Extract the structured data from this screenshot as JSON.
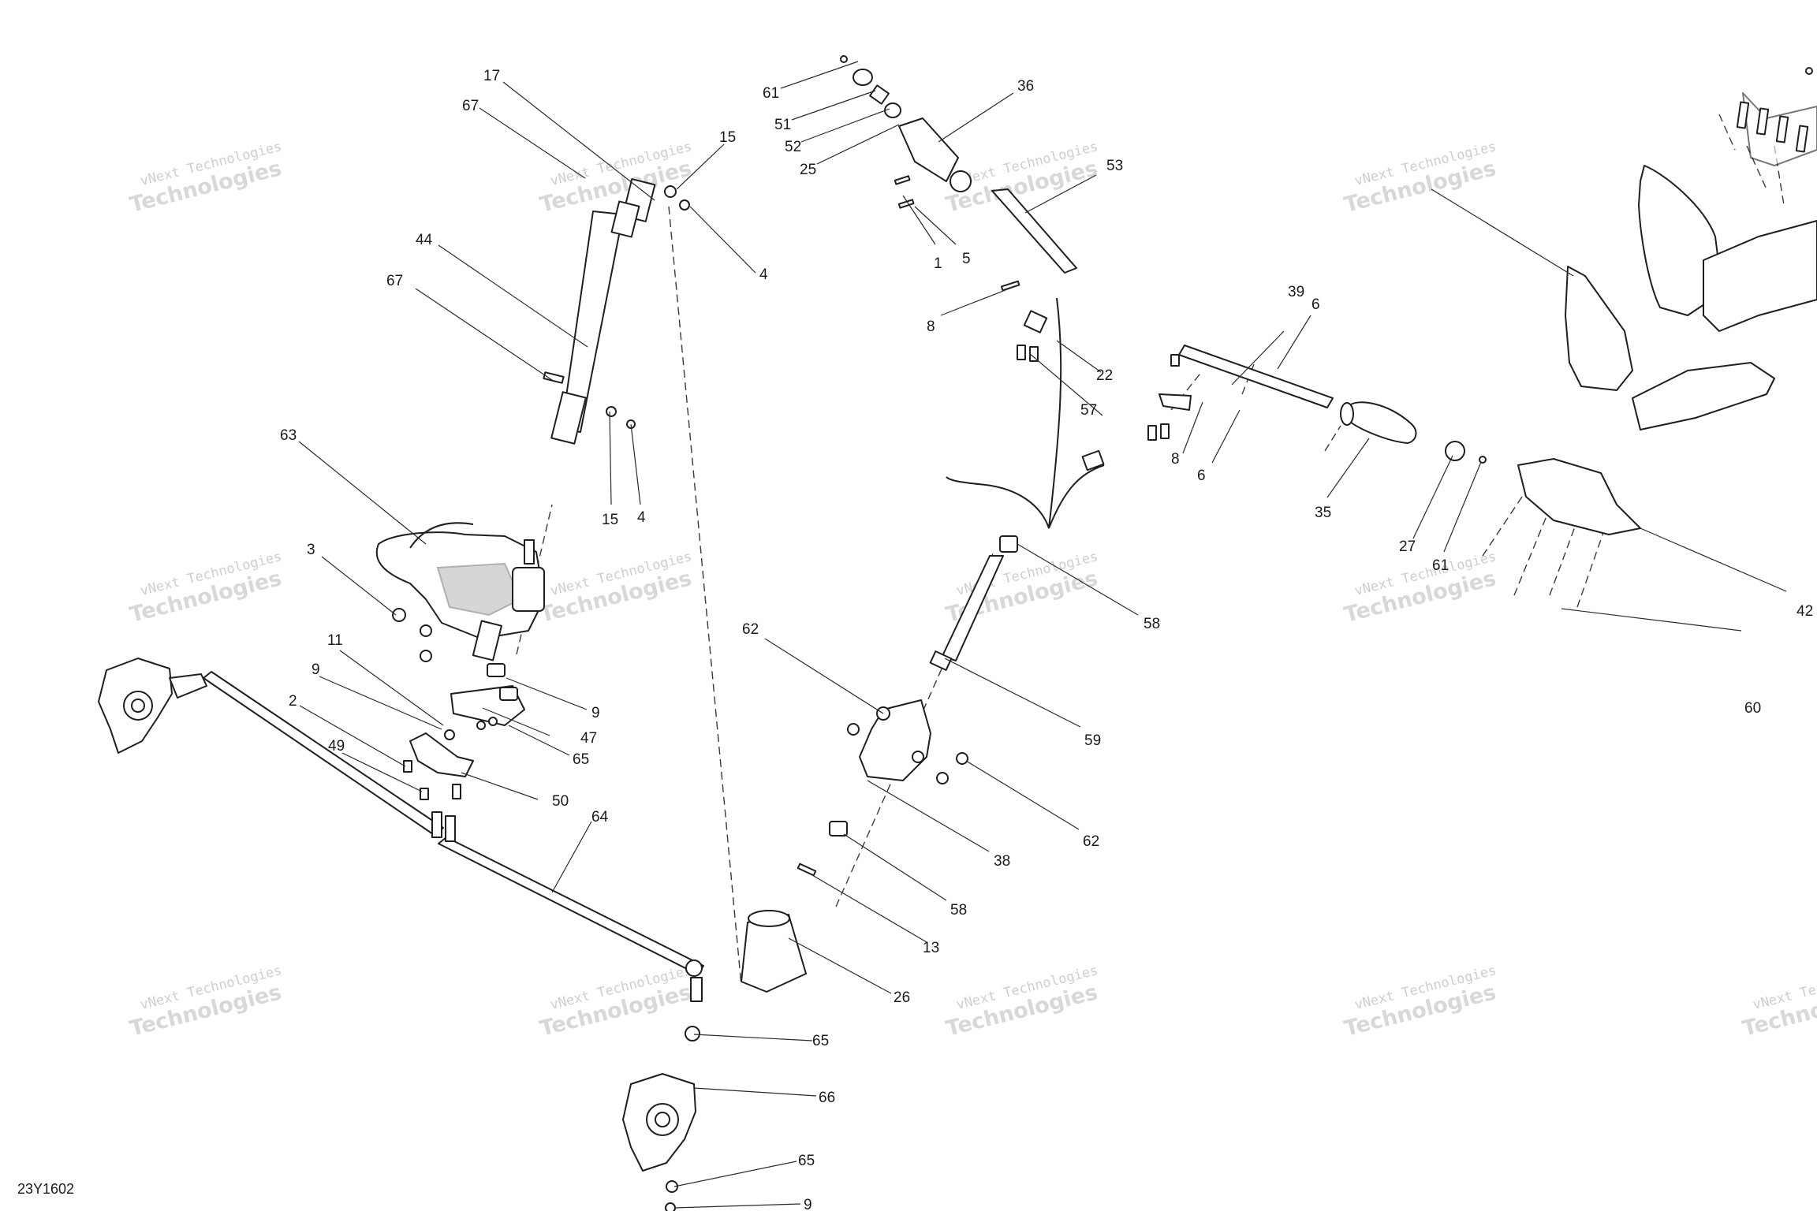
{
  "drawing_code": "23Y1602",
  "watermark": {
    "line1": "vNext Technologies",
    "line2": "Technologies"
  },
  "callouts": [
    "17",
    "67",
    "15",
    "44",
    "4",
    "67",
    "63",
    "15",
    "4",
    "3",
    "11",
    "9",
    "9",
    "47",
    "2",
    "49",
    "65",
    "50",
    "64",
    "61",
    "36",
    "51",
    "52",
    "25",
    "53",
    "5",
    "1",
    "8",
    "22",
    "57",
    "39",
    "6",
    "8",
    "6",
    "35",
    "27",
    "61",
    "58",
    "62",
    "59",
    "62",
    "38",
    "58",
    "13",
    "26",
    "65",
    "66",
    "65",
    "9",
    "60",
    "42"
  ]
}
